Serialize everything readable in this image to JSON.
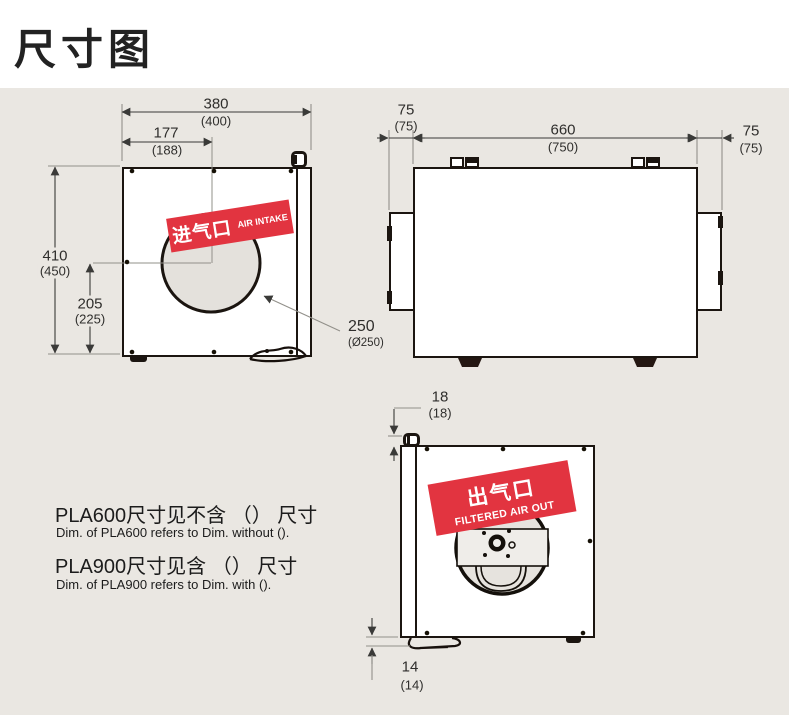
{
  "title": "尺寸图",
  "notes": {
    "pla600_zh": "PLA600尺寸见不含 （） 尺寸",
    "pla600_en": "Dim. of PLA600 refers to Dim. without ().",
    "pla900_zh": "PLA900尺寸见含 （） 尺寸",
    "pla900_en": "Dim. of PLA900 refers to Dim. with ()."
  },
  "banners": {
    "intake": {
      "zh": "进气口",
      "en": "AIR INTAKE"
    },
    "outlet": {
      "zh": "出气口",
      "en": "FILTERED AIR OUT"
    }
  },
  "dimensions": {
    "front_width": {
      "main": "380",
      "paren": "(400)"
    },
    "front_intake_offset_x": {
      "main": "177",
      "paren": "(188)"
    },
    "front_height": {
      "main": "410",
      "paren": "(450)"
    },
    "front_intake_offset_y": {
      "main": "205",
      "paren": "(225)"
    },
    "intake_diameter": {
      "main": "250",
      "paren": "(Ø250)"
    },
    "side_flange_left": {
      "main": "75",
      "paren": "(75)"
    },
    "side_length": {
      "main": "660",
      "paren": "(750)"
    },
    "side_flange_right": {
      "main": "75",
      "paren": "(75)"
    },
    "back_latch_height": {
      "main": "18",
      "paren": "(18)"
    },
    "back_foot_height": {
      "main": "14",
      "paren": "(14)"
    }
  },
  "colors": {
    "accent_red": "#e23440",
    "canvas_background": "#eae7e2",
    "line": "#1b1510"
  }
}
